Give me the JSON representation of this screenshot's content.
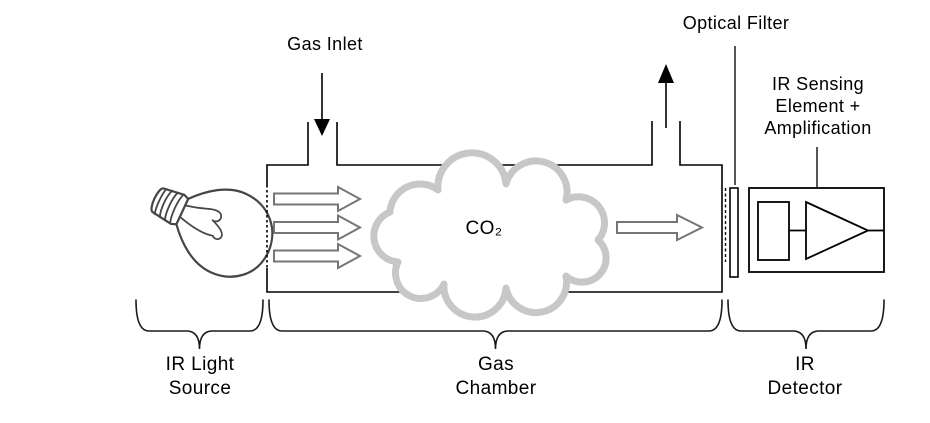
{
  "source": {
    "brace_label_line1": "IR Light",
    "brace_label_line2": "Source"
  },
  "chamber": {
    "inlet_label": "Gas Inlet",
    "gas_label": "CO₂",
    "brace_label_line1": "Gas",
    "brace_label_line2": "Chamber"
  },
  "filter": {
    "label": "Optical Filter"
  },
  "detector": {
    "sensing_label_line1": "IR Sensing",
    "sensing_label_line2": "Element +",
    "sensing_label_line3": "Amplification",
    "brace_label_line1": "IR",
    "brace_label_line2": "Detector"
  },
  "icons": {
    "light_bulb": "light-bulb-icon",
    "gas_cloud": "gas-cloud-icon",
    "amplifier": "amplifier-triangle-icon"
  },
  "colors": {
    "line": "#000000",
    "cloud_stroke": "#c7c7c7",
    "block_arrow_stroke": "#757575",
    "bulb_stroke": "#454545",
    "leader_line": "#555555",
    "text": "#000000"
  }
}
